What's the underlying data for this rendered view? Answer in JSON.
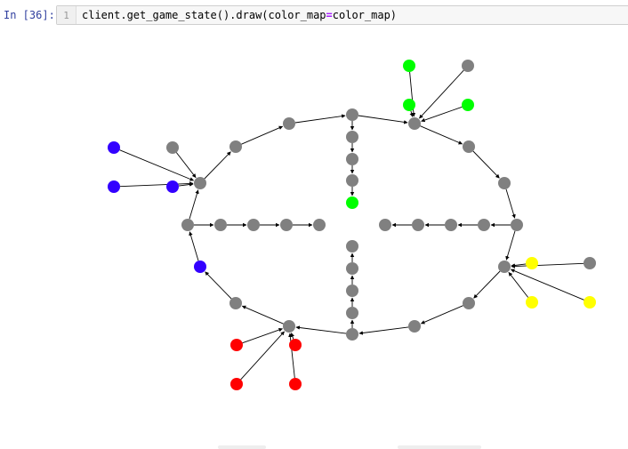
{
  "cell": {
    "prompt": "In [36]:",
    "line_number": "1",
    "code_before": "client.get_game_state().draw(color_map",
    "code_op": "=",
    "code_after": "color_map)"
  },
  "graph": {
    "node_color_default": "#808080",
    "edge_color": "#000000",
    "colors": {
      "gray": "#808080",
      "green": "#00ff00",
      "blue": "#3300ff",
      "red": "#ff0000",
      "yellow": "#ffff00"
    }
  }
}
